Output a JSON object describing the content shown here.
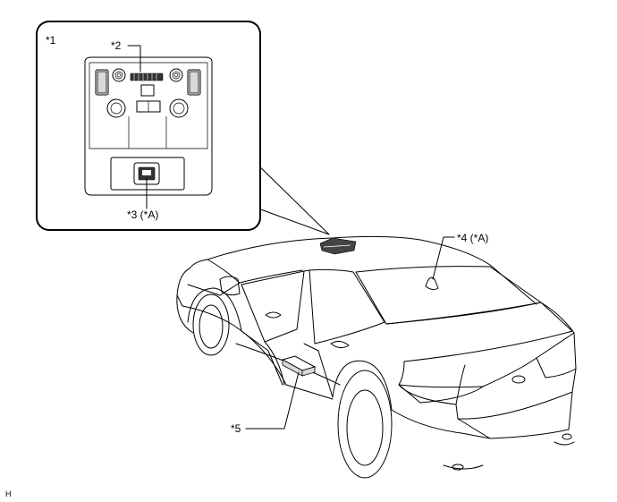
{
  "diagram": {
    "inset_label": "*1",
    "callouts": {
      "c2": "*2",
      "c3": "*3 (*A)",
      "c4": "*4 (*A)",
      "c5": "*5"
    },
    "footer_code": "H"
  }
}
